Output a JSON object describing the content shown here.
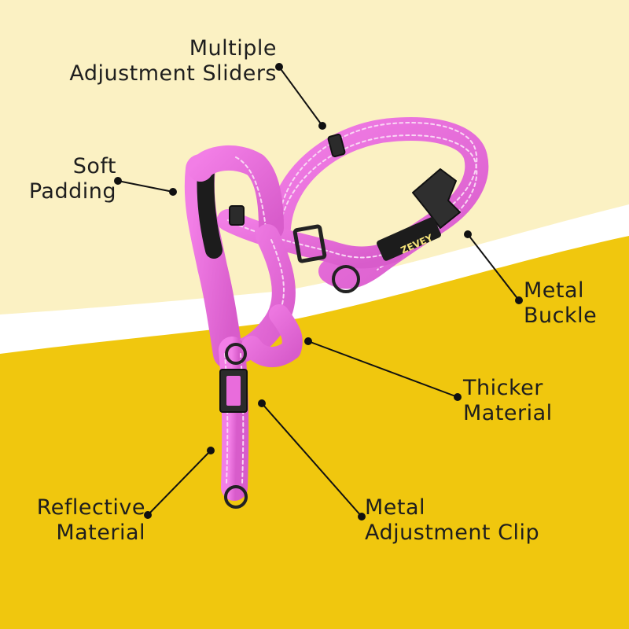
{
  "brand": {
    "logo_text": "ZEVEY"
  },
  "colors": {
    "top_background": "#fbf1c3",
    "bottom_background": "#f0c70e",
    "wave": "#ffffff",
    "strap_pink": "#e96cdc",
    "strap_pink_dark": "#c94fbd",
    "reflective_stitch": "#f9d6f4",
    "hardware": "#2b2b2b",
    "callout_line": "#111111"
  },
  "callouts": [
    {
      "id": "sliders",
      "lines": [
        "Multiple",
        "Adjustment Sliders"
      ]
    },
    {
      "id": "padding",
      "lines": [
        "Soft",
        "Padding"
      ]
    },
    {
      "id": "buckle",
      "lines": [
        "Metal",
        "Buckle"
      ]
    },
    {
      "id": "thicker",
      "lines": [
        "Thicker",
        "Material"
      ]
    },
    {
      "id": "reflective",
      "lines": [
        "Reflective",
        "Material"
      ]
    },
    {
      "id": "clip",
      "lines": [
        "Metal",
        "Adjustment Clip"
      ]
    }
  ]
}
